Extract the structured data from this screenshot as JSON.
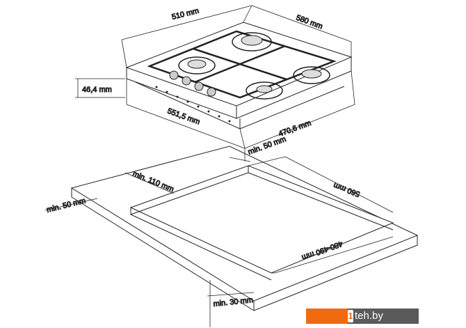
{
  "title": "Gas hob installation dimensions",
  "dimensions": {
    "width_top": "510 mm",
    "depth_top": "580 mm",
    "height": "46,4 mm",
    "width_bottom": "551,5 mm",
    "depth_bottom": "470,6 mm",
    "min_back": "min. 50 mm",
    "min_side": "min. 110 mm",
    "cutout_depth": "560 mm",
    "min_front": "min. 50 mm",
    "cutout_width": "480-490 mm",
    "min_thickness": "min. 30 mm"
  },
  "watermark": {
    "mark": "1",
    "text": "teh.by",
    "accent": "#f26a10",
    "bg": "#5a5a5a"
  }
}
